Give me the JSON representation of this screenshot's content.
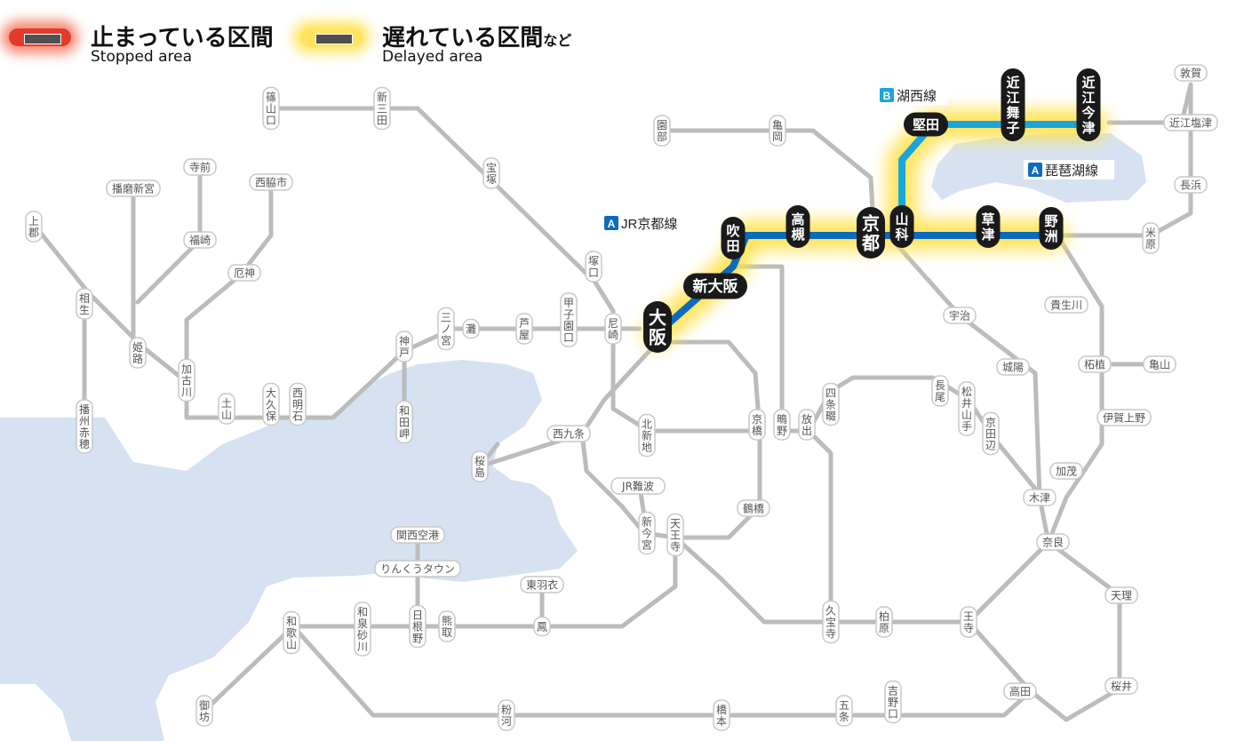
{
  "legend": {
    "stopped": {
      "jp": "止まっている区間",
      "en": "Stopped area",
      "color": "#e33a2a"
    },
    "delayed": {
      "jp": "遅れている区間",
      "jp_suffix": "など",
      "en": "Delayed area",
      "color": "#ffe14a"
    }
  },
  "colors": {
    "line_default": "#bcbcbc",
    "jr_kyoto_line": "#0c6bbd",
    "kosei_line": "#1aa6d9",
    "delay_glow": "#ffe14a",
    "water": "#d6e2f1",
    "major_station_fill": "#1a1a1a",
    "major_station_text": "#ffffff",
    "minor_station_fill": "#ffffff",
    "minor_station_border": "#c8c8c8",
    "minor_station_text": "#555555"
  },
  "line_labels": {
    "kosei": {
      "badge": "B",
      "name": "湖西線"
    },
    "biwako": {
      "badge": "A",
      "name": "琵琶湖線"
    },
    "jrkyoto": {
      "badge": "A",
      "name": "JR京都線"
    }
  },
  "affected_stations": {
    "osaka": "大阪",
    "shin_osaka": "新大阪",
    "suita": "吹田",
    "takatsuki": "高槻",
    "kyoto": "京都",
    "yamashina": "山科",
    "kusatsu": "草津",
    "yasu": "野洲",
    "katata": "堅田",
    "omimaiko": "近江舞子",
    "omiimazu": "近江今津"
  },
  "stations": {
    "tsuruga": "敦賀",
    "omishiotsu": "近江塩津",
    "nagahama": "長浜",
    "maibara": "米原",
    "sonobe": "園部",
    "kameoka": "亀岡",
    "sasayamaguchi": "篠山口",
    "shinsanda": "新三田",
    "takarazuka": "宝塚",
    "teramae": "寺前",
    "harimashinguu": "播磨新宮",
    "nishiwakishi": "西脇市",
    "fukusaki": "福崎",
    "yashiro": "厄神",
    "kamigori": "上郡",
    "aioi": "相生",
    "himeji": "姫路",
    "kakogawa": "加古川",
    "tsukayama": "土山",
    "okubo": "大久保",
    "nishiakashi": "西明石",
    "banshuako": "播州赤穂",
    "sannomiya": "三ノ宮",
    "nada": "灘",
    "ashiya": "芦屋",
    "koshienguchi": "甲子園口",
    "amagasaki": "尼崎",
    "tsukaguchi": "塚口",
    "kobe": "神戸",
    "wadamisaki": "和田岬",
    "uji": "宇治",
    "joyo": "城陽",
    "kibukawa": "貴生川",
    "tsuge": "柘植",
    "kameyama": "亀山",
    "igaueno": "伊賀上野",
    "kamo": "加茂",
    "kizu": "木津",
    "nara": "奈良",
    "tenri": "天理",
    "sakurai": "桜井",
    "oji": "王寺",
    "takada": "高田",
    "yoshinoguchi": "吉野口",
    "gojo": "五条",
    "hashimoto": "橋本",
    "kokawa": "粉河",
    "wakayama": "和歌山",
    "gobo": "御坊",
    "izumisunagawa": "和泉砂川",
    "hineno": "日根野",
    "kumatori": "熊取",
    "otori": "鳳",
    "higashihagoromo": "東羽衣",
    "kansaikuko": "関西空港",
    "rinkutown": "りんくうタウン",
    "tennoji": "天王寺",
    "shinimamiya": "新今宮",
    "jrnamba": "JR難波",
    "nishikujo": "西九条",
    "sakurajima": "桜島",
    "kitashinchi": "北新地",
    "kyobashi": "京橋",
    "tsurumibashi": "鶴橋",
    "shigino": "鴫野",
    "hanaten": "放出",
    "shijonawate": "四条畷",
    "nagao": "長尾",
    "matsuiyamate": "松井山手",
    "kyotanabe": "京田辺",
    "kyuhoji": "久宝寺",
    "kashiwara": "柏原"
  }
}
